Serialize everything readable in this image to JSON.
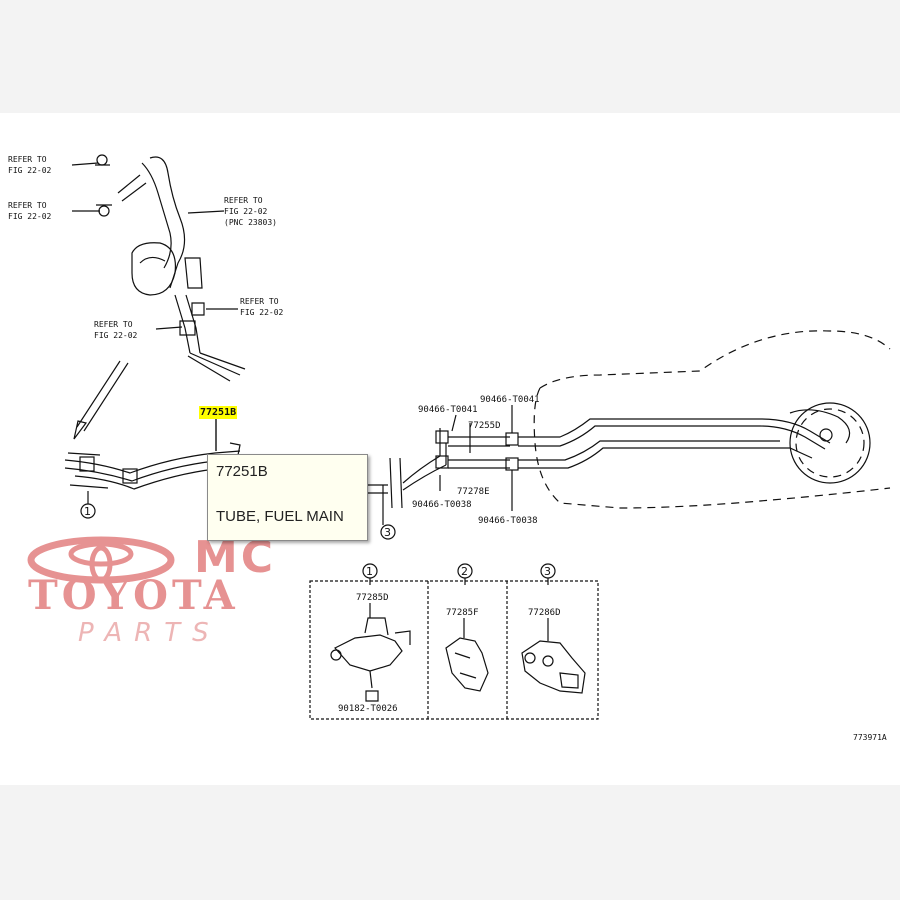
{
  "diagram": {
    "labels": {
      "ref1": [
        "REFER TO",
        "FIG 22-02"
      ],
      "ref2": [
        "REFER TO",
        "FIG 22-02"
      ],
      "ref3": [
        "REFER TO",
        "FIG 22-02",
        "(PNC 23803)"
      ],
      "ref4": [
        "REFER TO",
        "FIG 22-02"
      ],
      "ref5": [
        "REFER TO",
        "FIG 22-02"
      ]
    },
    "parts": {
      "p90466_t0041_a": "90466-T0041",
      "p90466_t0041_b": "90466-T0041",
      "p77255d": "77255D",
      "p77278e": "77278E",
      "p90466_t0038_a": "90466-T0038",
      "p90466_t0038_b": "90466-T0038",
      "inset1_circle": "1",
      "inset1_part": "77285D",
      "inset1_bolt": "90182-T0026",
      "inset2_circle": "2",
      "inset2_part": "77285F",
      "inset3_circle": "3",
      "inset3_part": "77286D",
      "callout1": "1",
      "callout3": "3",
      "figure_id": "773971A"
    },
    "highlight_label": "77251B"
  },
  "tooltip": {
    "part_number": "77251B",
    "description": "TUBE, FUEL MAIN"
  },
  "watermark": {
    "line1": "MC",
    "line2": "TOYOTA",
    "line3": "PARTS"
  },
  "colors": {
    "highlight": "#ffff00",
    "watermark": "#d33a3a"
  }
}
